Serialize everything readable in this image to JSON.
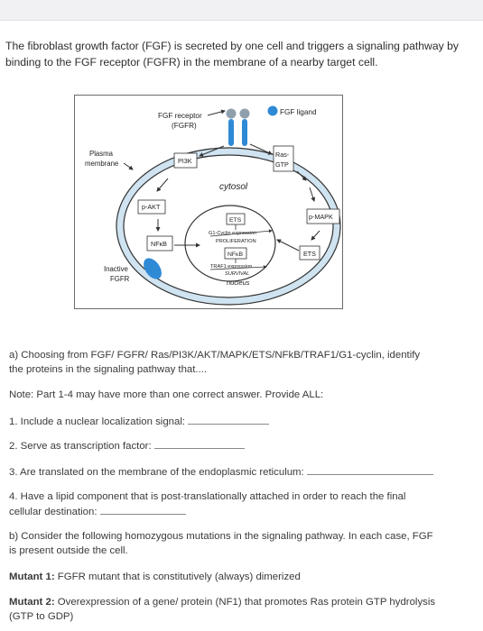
{
  "intro": "The fibroblast growth factor (FGF) is secreted by one cell and triggers a signaling pathway by binding to the FGF receptor (FGFR) in the membrane of a nearby target cell.",
  "diagram": {
    "fgf_receptor": "FGF receptor",
    "fgfr_abbrev": "(FGFR)",
    "fgf_ligand": "FGF ligand",
    "plasma": "Plasma",
    "membrane": "membrane",
    "pi3k": "PI3K",
    "ras": "Ras-",
    "gtp": "GTP",
    "cytosol": "cytosol",
    "pakt": "p-AKT",
    "pmapk": "p-MAPK",
    "nfkb_cyto": "NFκB",
    "ets_cyto": "ETS",
    "inactive": "Inactive",
    "fgfr_label": "FGFR",
    "ets_nuc": "ETS",
    "g1": "G1-Cyclin expression",
    "proliferation": "PROLIFERATION",
    "nfkb_nuc": "NFκB",
    "traf1": "TRAF1 expression",
    "survival": "SURVIVAL",
    "nucleus": "nucleus"
  },
  "questions": {
    "a_line1": "a) Choosing from FGF/ FGFR/ Ras/PI3K/AKT/MAPK/ETS/NFkB/TRAF1/G1-cyclin, identify",
    "a_line2": "the proteins in the signaling pathway that....",
    "note": "Note: Part 1-4 may have more than one correct answer. Provide ALL:",
    "q1": "1. Include a nuclear localization signal:",
    "q2": "2. Serve as transcription factor:",
    "q3": "3. Are translated on the membrane of the endoplasmic reticulum:",
    "q4_line1": "4. Have a lipid component that is post-translationally attached in order to reach the final",
    "q4_line2": "cellular destination:",
    "b_line1": "b) Consider the following homozygous mutations in the signaling pathway. In each case, FGF",
    "b_line2": "is present outside the cell.",
    "m1_label": "Mutant 1:",
    "m1_text": " FGFR mutant that is constitutively (always) dimerized",
    "m2_label": "Mutant 2:",
    "m2_text": " Overexpression of a gene/ protein (NF1) that promotes Ras protein GTP hydrolysis",
    "m2_line2": "(GTP to GDP)"
  },
  "colors": {
    "ligand": "#2f8ad6",
    "receptor": "#2f8ad6",
    "membrane": "#b9d7ea"
  }
}
